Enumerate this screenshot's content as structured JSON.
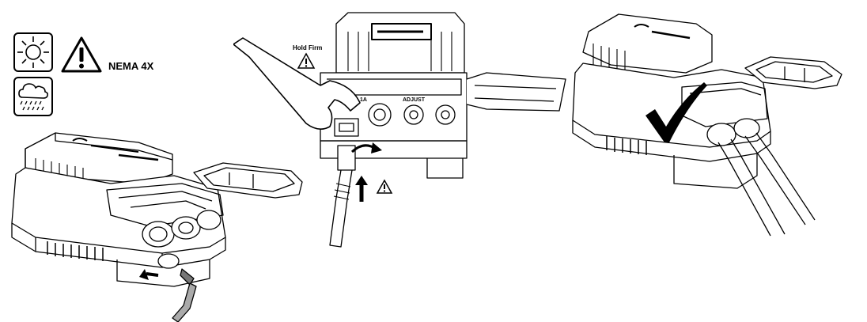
{
  "panel1": {
    "rating_label": "NEMA 4X",
    "icons": [
      "sun-icon",
      "rain-cloud-icon",
      "warning-icon"
    ]
  },
  "panel2": {
    "hold_label": "Hold Firm",
    "terminal_labels": [
      "1A",
      "ADJUST"
    ]
  },
  "panel3": {
    "result_icon": "checkmark-icon"
  }
}
